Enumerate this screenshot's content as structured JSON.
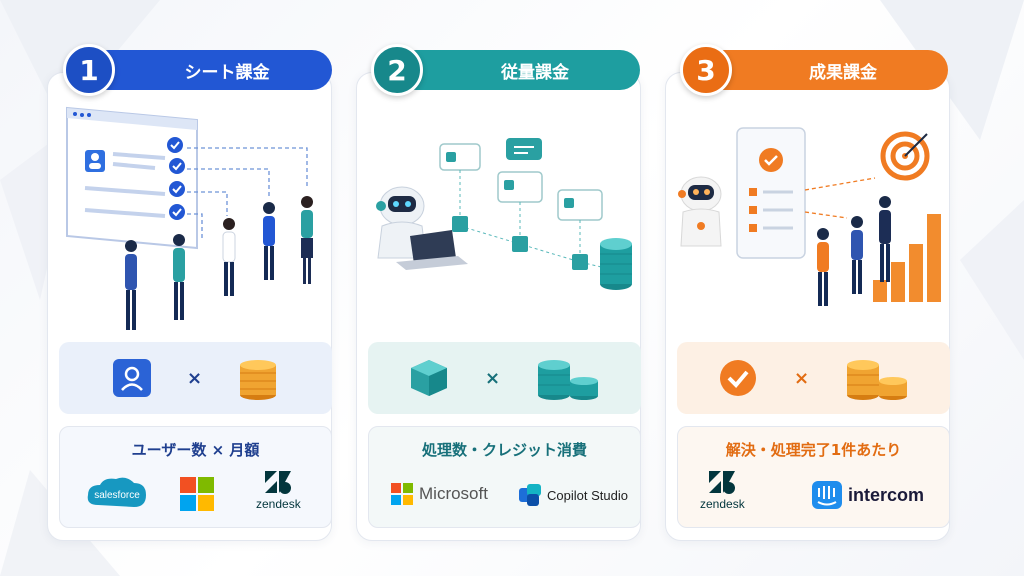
{
  "columns": [
    {
      "number": "1",
      "title": "シート課金",
      "caption": "ユーザー数 × 月額",
      "times": "×",
      "logos": [
        "salesforce",
        "zendesk"
      ],
      "color": "#2257d4"
    },
    {
      "number": "2",
      "title": "従量課金",
      "caption": "処理数・クレジット消費",
      "times": "×",
      "logos": [
        "Microsoft",
        "Copilot Studio"
      ],
      "color": "#1e9ea0"
    },
    {
      "number": "3",
      "title": "成果課金",
      "caption": "解決・処理完了1件あたり",
      "times": "×",
      "logos": [
        "zendesk",
        "intercom"
      ],
      "color": "#f07b22"
    }
  ]
}
